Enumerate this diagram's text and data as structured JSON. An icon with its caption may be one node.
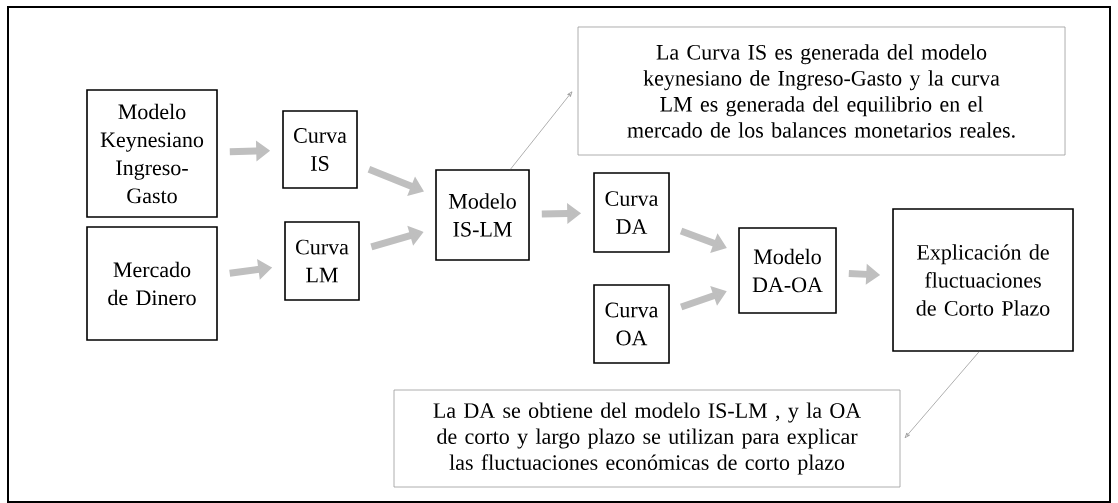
{
  "diagram": {
    "nodes": [
      {
        "text": [
          "Modelo Keynesiano Ingreso-Gasto"
        ]
      },
      {
        "text": [
          "Mercado de Dinero"
        ]
      },
      {
        "text": [
          "Curva IS"
        ]
      },
      {
        "text": [
          "Curva LM"
        ]
      },
      {
        "text": [
          "Modelo IS-LM"
        ]
      },
      {
        "text": [
          "La Curva IS es generada del modelo keynesiano de Ingreso-Gasto y la curva LM es generada del equilibrio en el mercado de los balances monetarios reales."
        ]
      },
      {
        "text": [
          "Curva DA"
        ]
      },
      {
        "text": [
          "Curva OA"
        ]
      },
      {
        "text": [
          "Modelo DA-OA"
        ]
      },
      {
        "text": [
          "Explicación de fluctuaciones de Corto Plazo"
        ]
      },
      {
        "text": [
          "La DA se obtiene del modelo IS-LM , y la OA de corto  y largo plazo se utilizan para explicar las fluctuaciones económicas de corto plazo"
        ]
      }
    ],
    "edges": [
      {
        "from": 0,
        "to": 2,
        "arrow": "to"
      },
      {
        "from": 1,
        "to": 3,
        "arrow": "to"
      },
      {
        "from": 2,
        "to": 4,
        "arrow": "to"
      },
      {
        "from": 3,
        "to": 4,
        "arrow": "to"
      },
      {
        "from": 4,
        "to": 5,
        "arrow": "to",
        "color": "#8c8c8c"
      },
      {
        "from": 4,
        "to": 6,
        "arrow": "to"
      },
      {
        "from": 6,
        "to": 8,
        "arrow": "to"
      },
      {
        "from": 7,
        "to": 8,
        "arrow": "to"
      },
      {
        "from": 8,
        "to": 9,
        "arrow": "to"
      },
      {
        "from": 9,
        "to": 10,
        "arrow": "to",
        "color": "#8c8c8c"
      }
    ]
  }
}
